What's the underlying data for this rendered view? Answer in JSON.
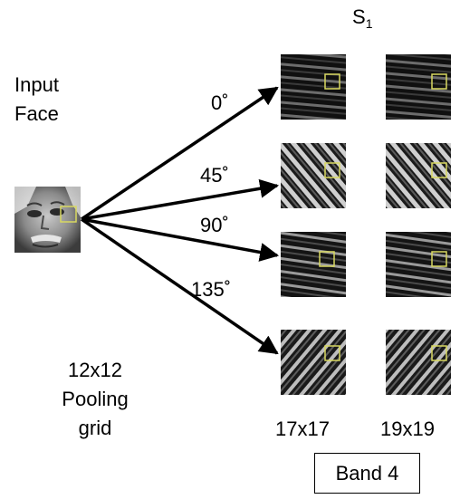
{
  "title": {
    "symbol": "S",
    "subscript": "1"
  },
  "input_label": [
    "Input",
    "Face"
  ],
  "pooling_label": [
    "12x12",
    "Pooling",
    "grid"
  ],
  "orientations": [
    {
      "label": "0˚"
    },
    {
      "label": "45˚"
    },
    {
      "label": "90˚"
    },
    {
      "label": "135˚"
    }
  ],
  "column_labels": [
    "17x17",
    "19x19"
  ],
  "band_label": "Band 4",
  "colors": {
    "pooling_box": "#d8d860",
    "arrow": "#000000",
    "map_background": "#0c0c0c"
  },
  "icons": {
    "input": "face-photo",
    "maps": "filter-response-image"
  }
}
